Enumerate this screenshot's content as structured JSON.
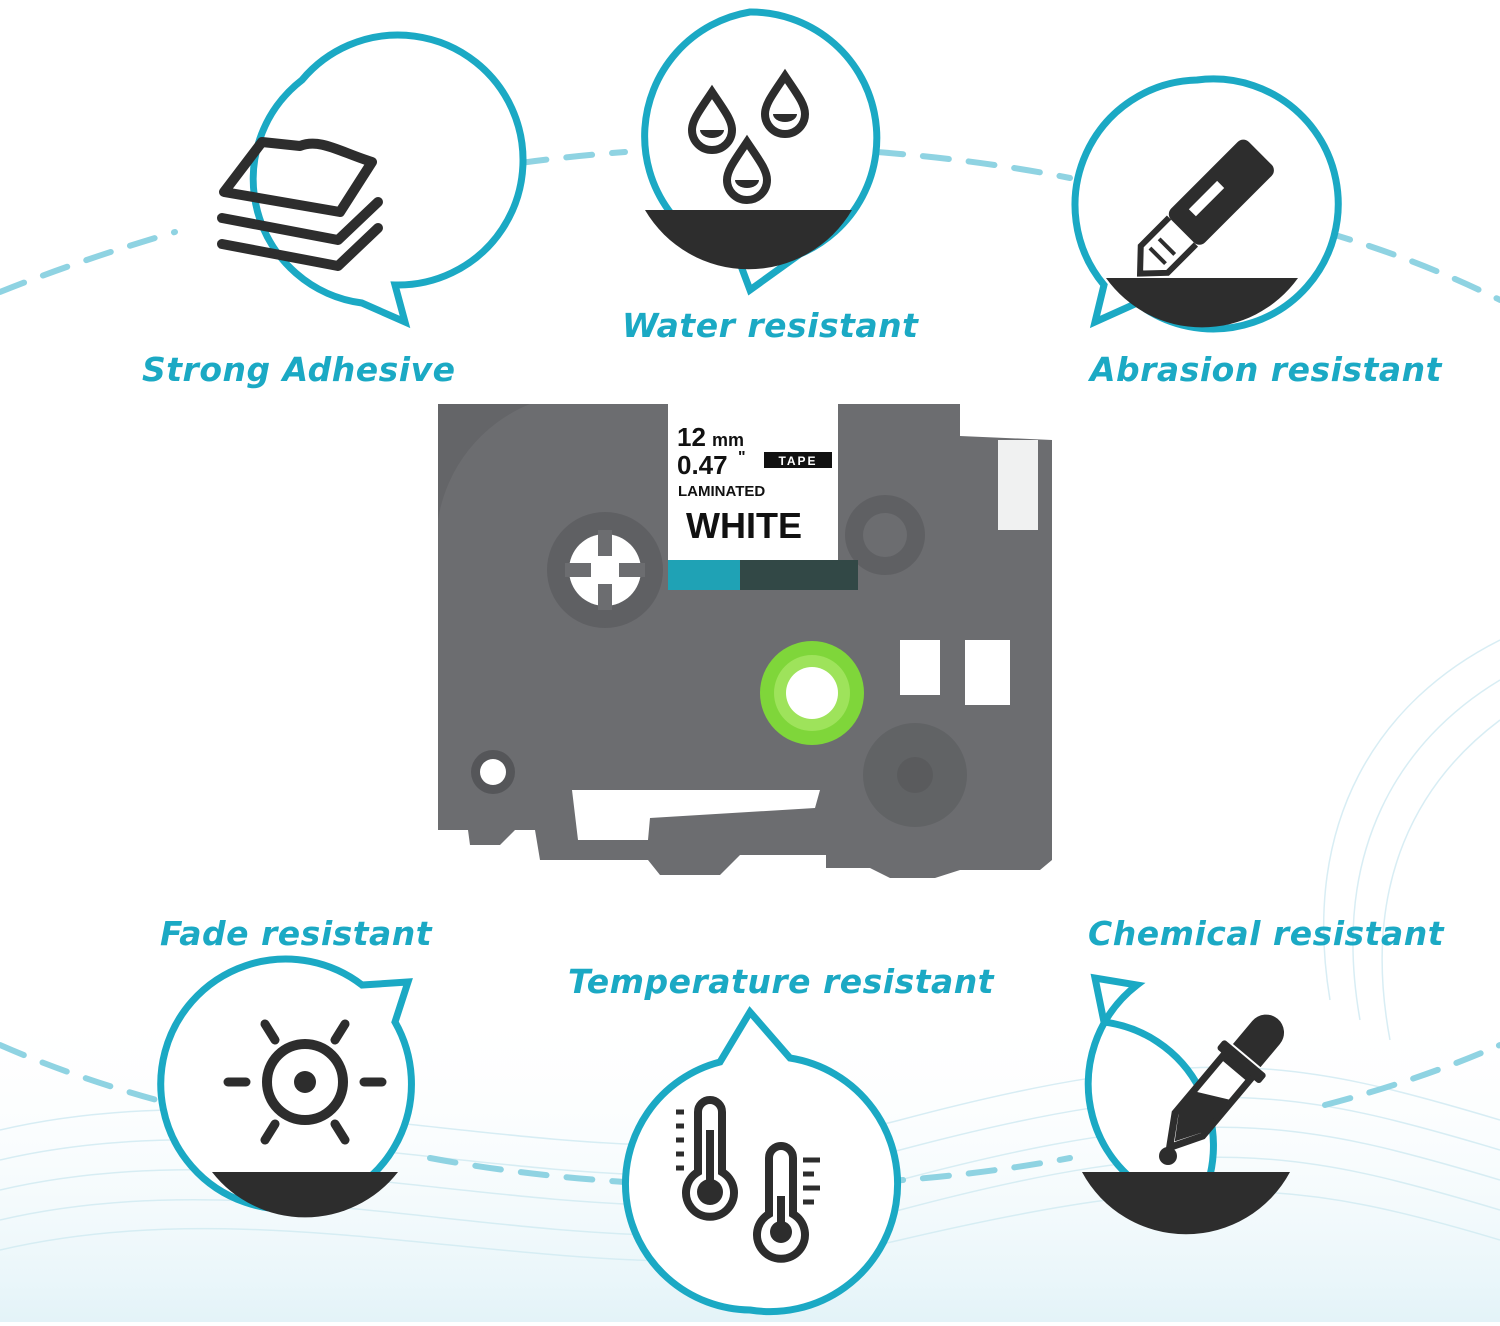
{
  "colors": {
    "accent": "#1ba9c4",
    "dash": "#8fd3e2",
    "icon": "#2d2d2d",
    "cartridge": "#6c6d70",
    "cartridge_dark": "#555659",
    "spool_green": "#7fd63a"
  },
  "features": [
    {
      "id": "strong-adhesive",
      "label": "Strong Adhesive",
      "icon": "layered-sheets-icon"
    },
    {
      "id": "water-resistant",
      "label": "Water resistant",
      "icon": "water-drops-icon"
    },
    {
      "id": "abrasion-resistant",
      "label": "Abrasion resistant",
      "icon": "utility-knife-icon"
    },
    {
      "id": "fade-resistant",
      "label": "Fade resistant",
      "icon": "sun-icon"
    },
    {
      "id": "temperature-resistant",
      "label": "Temperature resistant",
      "icon": "thermometers-icon"
    },
    {
      "id": "chemical-resistant",
      "label": "Chemical resistant",
      "icon": "dropper-icon"
    }
  ],
  "cartridge": {
    "width_mm": "12",
    "mm_unit": "mm",
    "width_in": "0.47",
    "in_unit": "\"",
    "badge": "TAPE",
    "type": "LAMINATED",
    "color": "WHITE"
  }
}
